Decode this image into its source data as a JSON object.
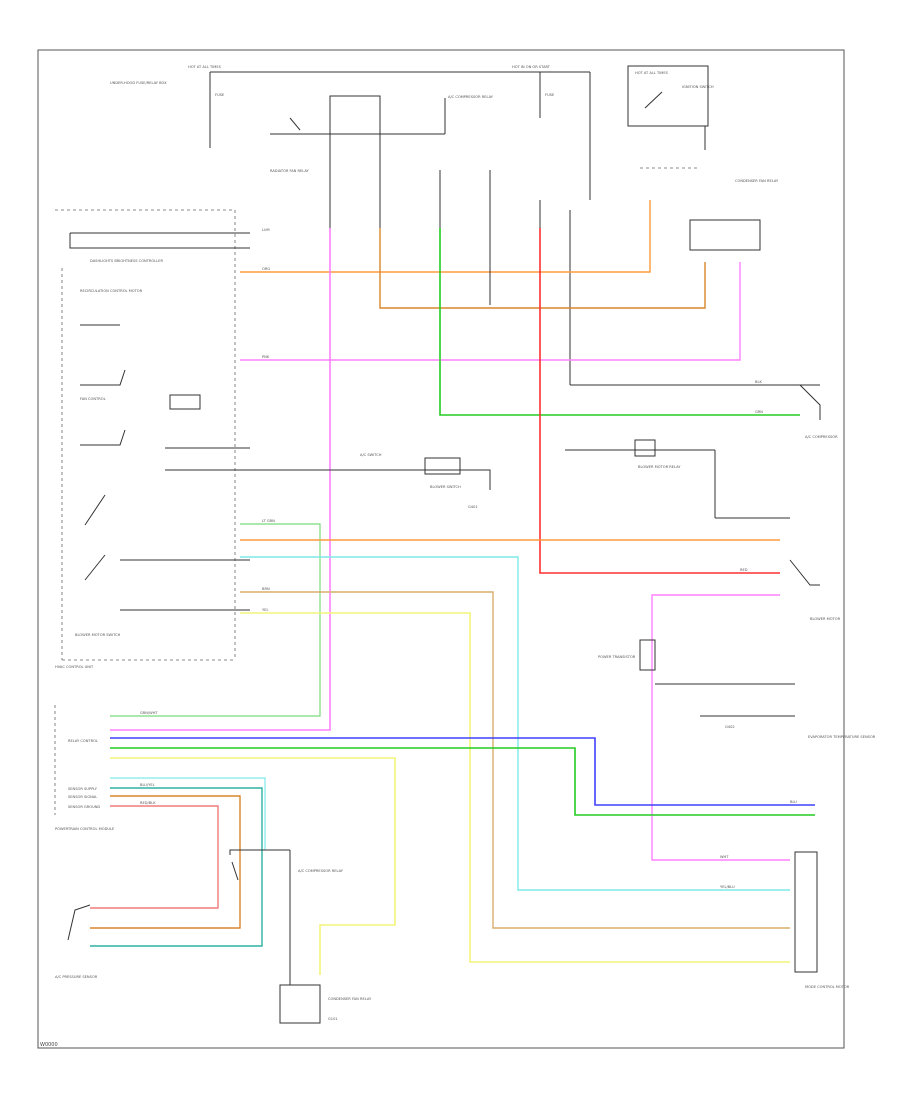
{
  "diagram": {
    "footer_code": "W0000",
    "colors": {
      "pink": "#ff80ff",
      "red": "#ff3030",
      "orange": "#ff9a3c",
      "green": "#22cc22",
      "light_green": "#8fe08f",
      "yellow": "#f4f47a",
      "cyan": "#7fe9e9",
      "tan": "#d9ad6b",
      "blue": "#4040ff",
      "salmon": "#f07a7a",
      "dark_orange": "#d8852c",
      "teal": "#2db3a0",
      "gray": "#666666"
    },
    "labels": {
      "hot_1": "HOT AT ALL TIMES",
      "hot_2": "HOT IN ON OR START",
      "hot_3": "HOT AT ALL TIMES",
      "fuse_1": "FUSE",
      "fuse_2": "FUSE",
      "underhood_box": "UNDER-HOOD FUSE/RELAY BOX",
      "ac_compressor_relay": "A/C COMPRESSOR RELAY",
      "ignition_switch": "IGNITION SWITCH",
      "radiator_fan_relay": "RADIATOR FAN RELAY",
      "condenser_fan_relay": "CONDENSER FAN RELAY",
      "dashlight_brightness": "DASHLIGHTS BRIGHTNESS CONTROLLER",
      "recirc_fresh": "RECIRCULATION CONTROL MOTOR",
      "fan_control": "FAN CONTROL",
      "blower_motor_switch": "BLOWER MOTOR SWITCH",
      "mode_control": "MODE CONTROL MOTOR",
      "blower_switch": "BLOWER SWITCH",
      "hvac_control_unit": "HVAC CONTROL UNIT",
      "ac_switch": "A/C SWITCH",
      "ac_compressor": "A/C COMPRESSOR",
      "blower_motor": "BLOWER MOTOR",
      "blower_motor_relay": "BLOWER MOTOR RELAY",
      "power_transistor": "POWER TRANSISTOR",
      "ac_pressure_sensor": "A/C PRESSURE SENSOR",
      "powertrain_module": "POWERTRAIN CONTROL MODULE",
      "evaporator_temp_sensor": "EVAPORATOR TEMPERATURE SENSOR",
      "ground_1": "G401",
      "ground_2": "G402",
      "ground_3": "G101",
      "relay_ctrl": "RELAY CONTROL",
      "blu": "BLU",
      "grn": "GRN",
      "org": "ORG",
      "pnk": "PNK",
      "red": "RED",
      "yel": "YEL",
      "brn": "BRN",
      "blk": "BLK",
      "wht": "WHT",
      "ltgrn": "LT GRN",
      "grnwht": "GRN/WHT",
      "redblk": "RED/BLK",
      "bluyel": "BLU/YEL",
      "yelblu": "YEL/BLU",
      "lum": "LUM",
      "sensor_supply": "SENSOR SUPPLY",
      "sensor_sig": "SENSOR SIGNAL",
      "sensor_gnd": "SENSOR GROUND"
    }
  }
}
